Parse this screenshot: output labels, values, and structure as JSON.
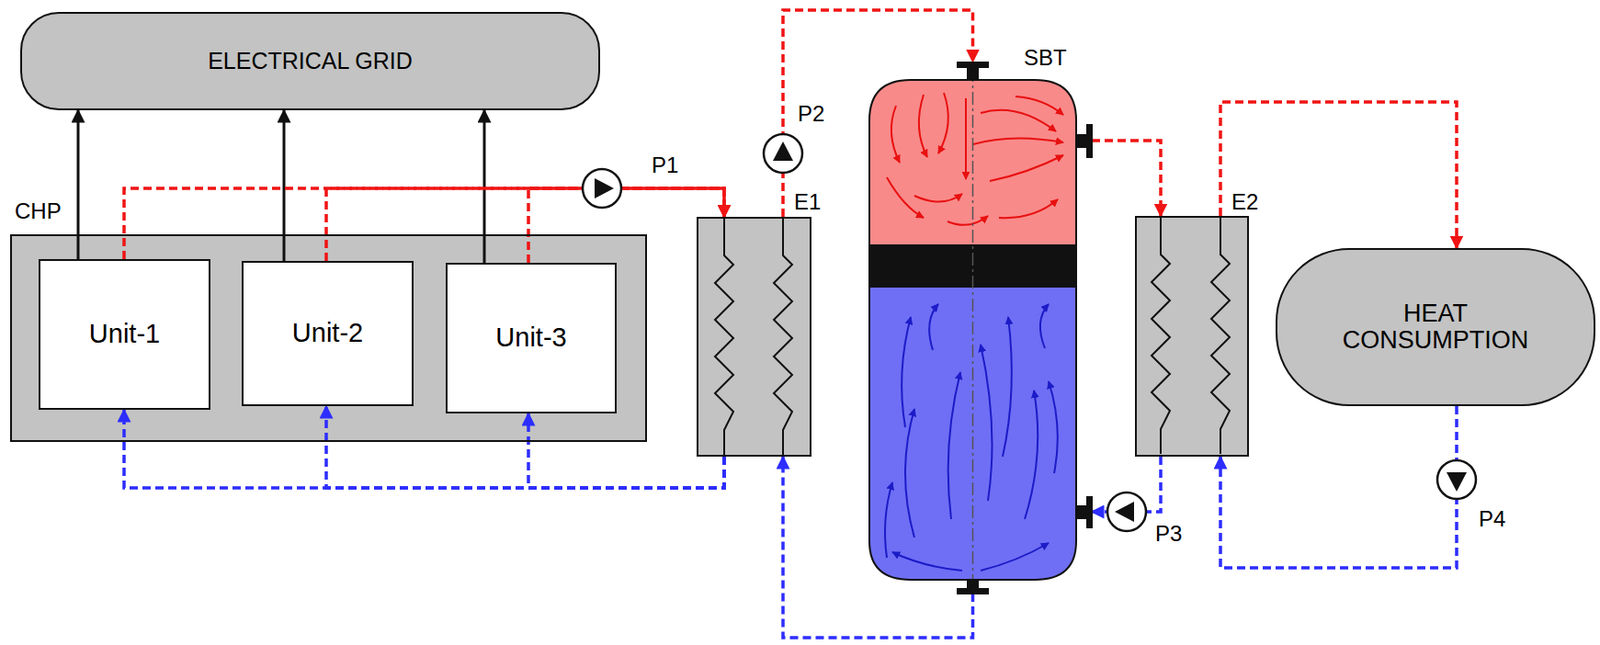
{
  "diagram": {
    "nodes": [
      {
        "text": [
          "ELECTRICAL GRID"
        ]
      },
      {
        "text": [
          "CHP"
        ]
      },
      {
        "text": [
          "Unit-1"
        ],
        "in": 1
      },
      {
        "text": [
          "Unit-2"
        ],
        "in": 1
      },
      {
        "text": [
          "Unit-3"
        ],
        "in": 1
      },
      {
        "text": [
          "E1"
        ]
      },
      {
        "text": [
          "SBT"
        ]
      },
      {
        "text": [
          "E2"
        ]
      },
      {
        "text": [
          "HEAT CONSUMPTION"
        ]
      }
    ],
    "edges": [
      {
        "from": 2,
        "to": 0,
        "arrow": "to"
      },
      {
        "from": 3,
        "to": 0,
        "arrow": "to"
      },
      {
        "from": 4,
        "to": 0,
        "arrow": "to"
      },
      {
        "from": 2,
        "to": 5,
        "arrow": "to"
      },
      {
        "from": 3,
        "to": 5,
        "arrow": "to"
      },
      {
        "from": 4,
        "to": 5,
        "arrow": "to"
      },
      {
        "from": 5,
        "to": 2,
        "arrow": "to"
      },
      {
        "from": 5,
        "to": 3,
        "arrow": "to"
      },
      {
        "from": 5,
        "to": 4,
        "arrow": "to"
      },
      {
        "from": 5,
        "to": 6,
        "arrow": "to"
      },
      {
        "from": 6,
        "to": 5,
        "arrow": "to"
      },
      {
        "from": 6,
        "to": 7,
        "arrow": "to"
      },
      {
        "from": 7,
        "to": 6,
        "arrow": "to"
      },
      {
        "from": 7,
        "to": 8,
        "arrow": "to"
      },
      {
        "from": 8,
        "to": 7,
        "arrow": "to"
      }
    ],
    "labels": [
      "P1",
      "P2",
      "P3",
      "P4"
    ]
  }
}
